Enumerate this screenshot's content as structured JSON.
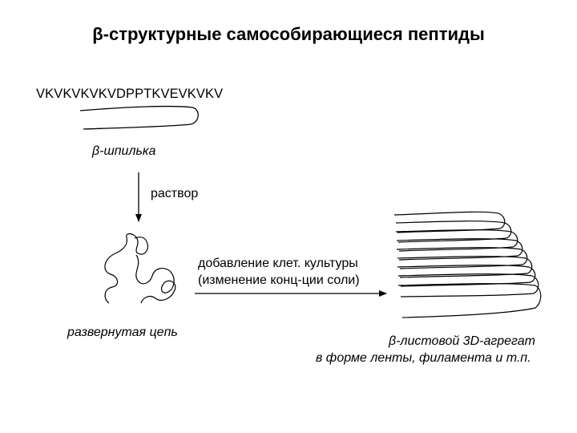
{
  "title": "β-структурные самособирающиеся пептиды",
  "sequence": "VKVKVKVKVDPPTKVEVKVKV",
  "labels": {
    "hairpin": "β-шпилька",
    "solution": "раствор",
    "add_line1": "добавление клет. культуры",
    "add_line2": "(изменение конц-ции соли)",
    "unfolded": "развернутая цепь",
    "aggregate_line1": "β-листовой 3D-агрегат",
    "aggregate_line2": "в форме ленты, филамента и т.п."
  },
  "colors": {
    "ink": "#000000",
    "background": "#ffffff"
  }
}
